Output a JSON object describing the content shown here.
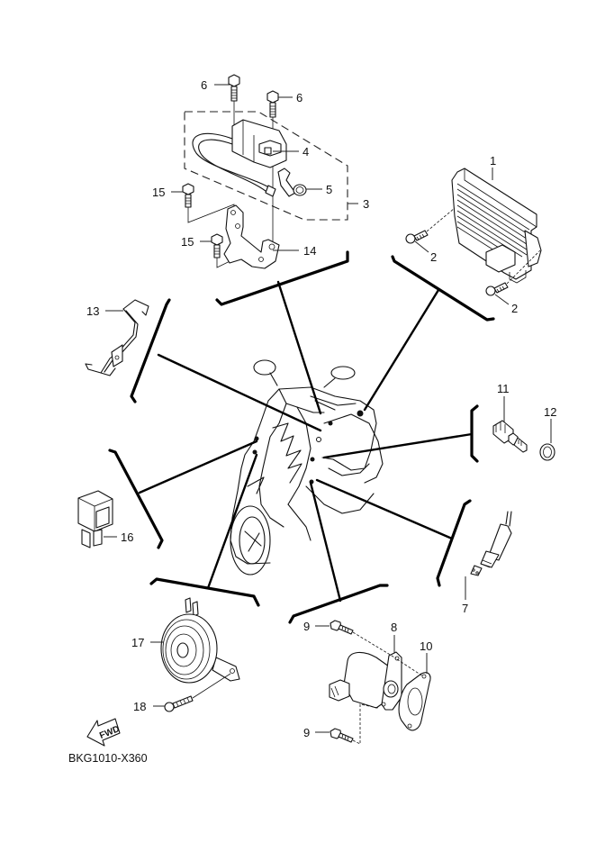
{
  "diagram": {
    "title_code": "BKG1010-X360",
    "direction_indicator": "FWD",
    "subject": "scooter-electrical-1",
    "callouts": [
      {
        "id": "c1",
        "label": "1",
        "part": "ecu"
      },
      {
        "id": "c2a",
        "label": "2",
        "part": "ecu-bolt"
      },
      {
        "id": "c2b",
        "label": "2",
        "part": "ecu-bolt"
      },
      {
        "id": "c3",
        "label": "3",
        "part": "ignition-coil-assembly"
      },
      {
        "id": "c4",
        "label": "4",
        "part": "ignition-coil"
      },
      {
        "id": "c5",
        "label": "5",
        "part": "plug-cap"
      },
      {
        "id": "c6a",
        "label": "6",
        "part": "coil-bolt"
      },
      {
        "id": "c6b",
        "label": "6",
        "part": "coil-bolt"
      },
      {
        "id": "c7",
        "label": "7",
        "part": "oxygen-sensor"
      },
      {
        "id": "c8",
        "label": "8",
        "part": "idle-control-valve"
      },
      {
        "id": "c9a",
        "label": "9",
        "part": "valve-screw"
      },
      {
        "id": "c9b",
        "label": "9",
        "part": "valve-screw"
      },
      {
        "id": "c10",
        "label": "10",
        "part": "gasket"
      },
      {
        "id": "c11",
        "label": "11",
        "part": "temperature-sensor"
      },
      {
        "id": "c12",
        "label": "12",
        "part": "gasket-washer"
      },
      {
        "id": "c13",
        "label": "13",
        "part": "wire-holder"
      },
      {
        "id": "c14",
        "label": "14",
        "part": "coil-bracket"
      },
      {
        "id": "c15a",
        "label": "15",
        "part": "bracket-bolt"
      },
      {
        "id": "c15b",
        "label": "15",
        "part": "bracket-bolt"
      },
      {
        "id": "c16",
        "label": "16",
        "part": "relay"
      },
      {
        "id": "c17",
        "label": "17",
        "part": "horn"
      },
      {
        "id": "c18",
        "label": "18",
        "part": "horn-bolt"
      }
    ]
  }
}
